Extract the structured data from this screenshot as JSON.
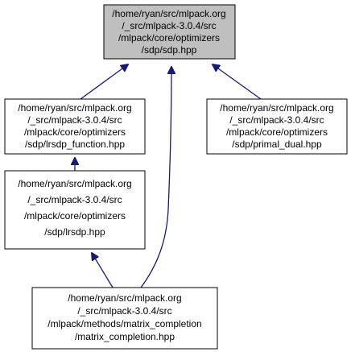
{
  "colors": {
    "edge": "#191970",
    "node_border": "#000000",
    "root_fill": "#bfbfbf",
    "node_fill": "#ffffff"
  },
  "nodes": {
    "sdp": {
      "lines": [
        "/home/ryan/src/mlpack.org",
        "/_src/mlpack-3.0.4/src",
        "/mlpack/core/optimizers",
        "/sdp/sdp.hpp"
      ]
    },
    "lrsdp_function": {
      "lines": [
        "/home/ryan/src/mlpack.org",
        "/_src/mlpack-3.0.4/src",
        "/mlpack/core/optimizers",
        "/sdp/lrsdp_function.hpp"
      ]
    },
    "primal_dual": {
      "lines": [
        "/home/ryan/src/mlpack.org",
        "/_src/mlpack-3.0.4/src",
        "/mlpack/core/optimizers",
        "/sdp/primal_dual.hpp"
      ]
    },
    "lrsdp": {
      "lines": [
        "/home/ryan/src/mlpack.org",
        "/_src/mlpack-3.0.4/src",
        "/mlpack/core/optimizers",
        "/sdp/lrsdp.hpp"
      ]
    },
    "matrix_completion": {
      "lines": [
        "/home/ryan/src/mlpack.org",
        "/_src/mlpack-3.0.4/src",
        "/mlpack/methods/matrix_completion",
        "/matrix_completion.hpp"
      ]
    }
  }
}
